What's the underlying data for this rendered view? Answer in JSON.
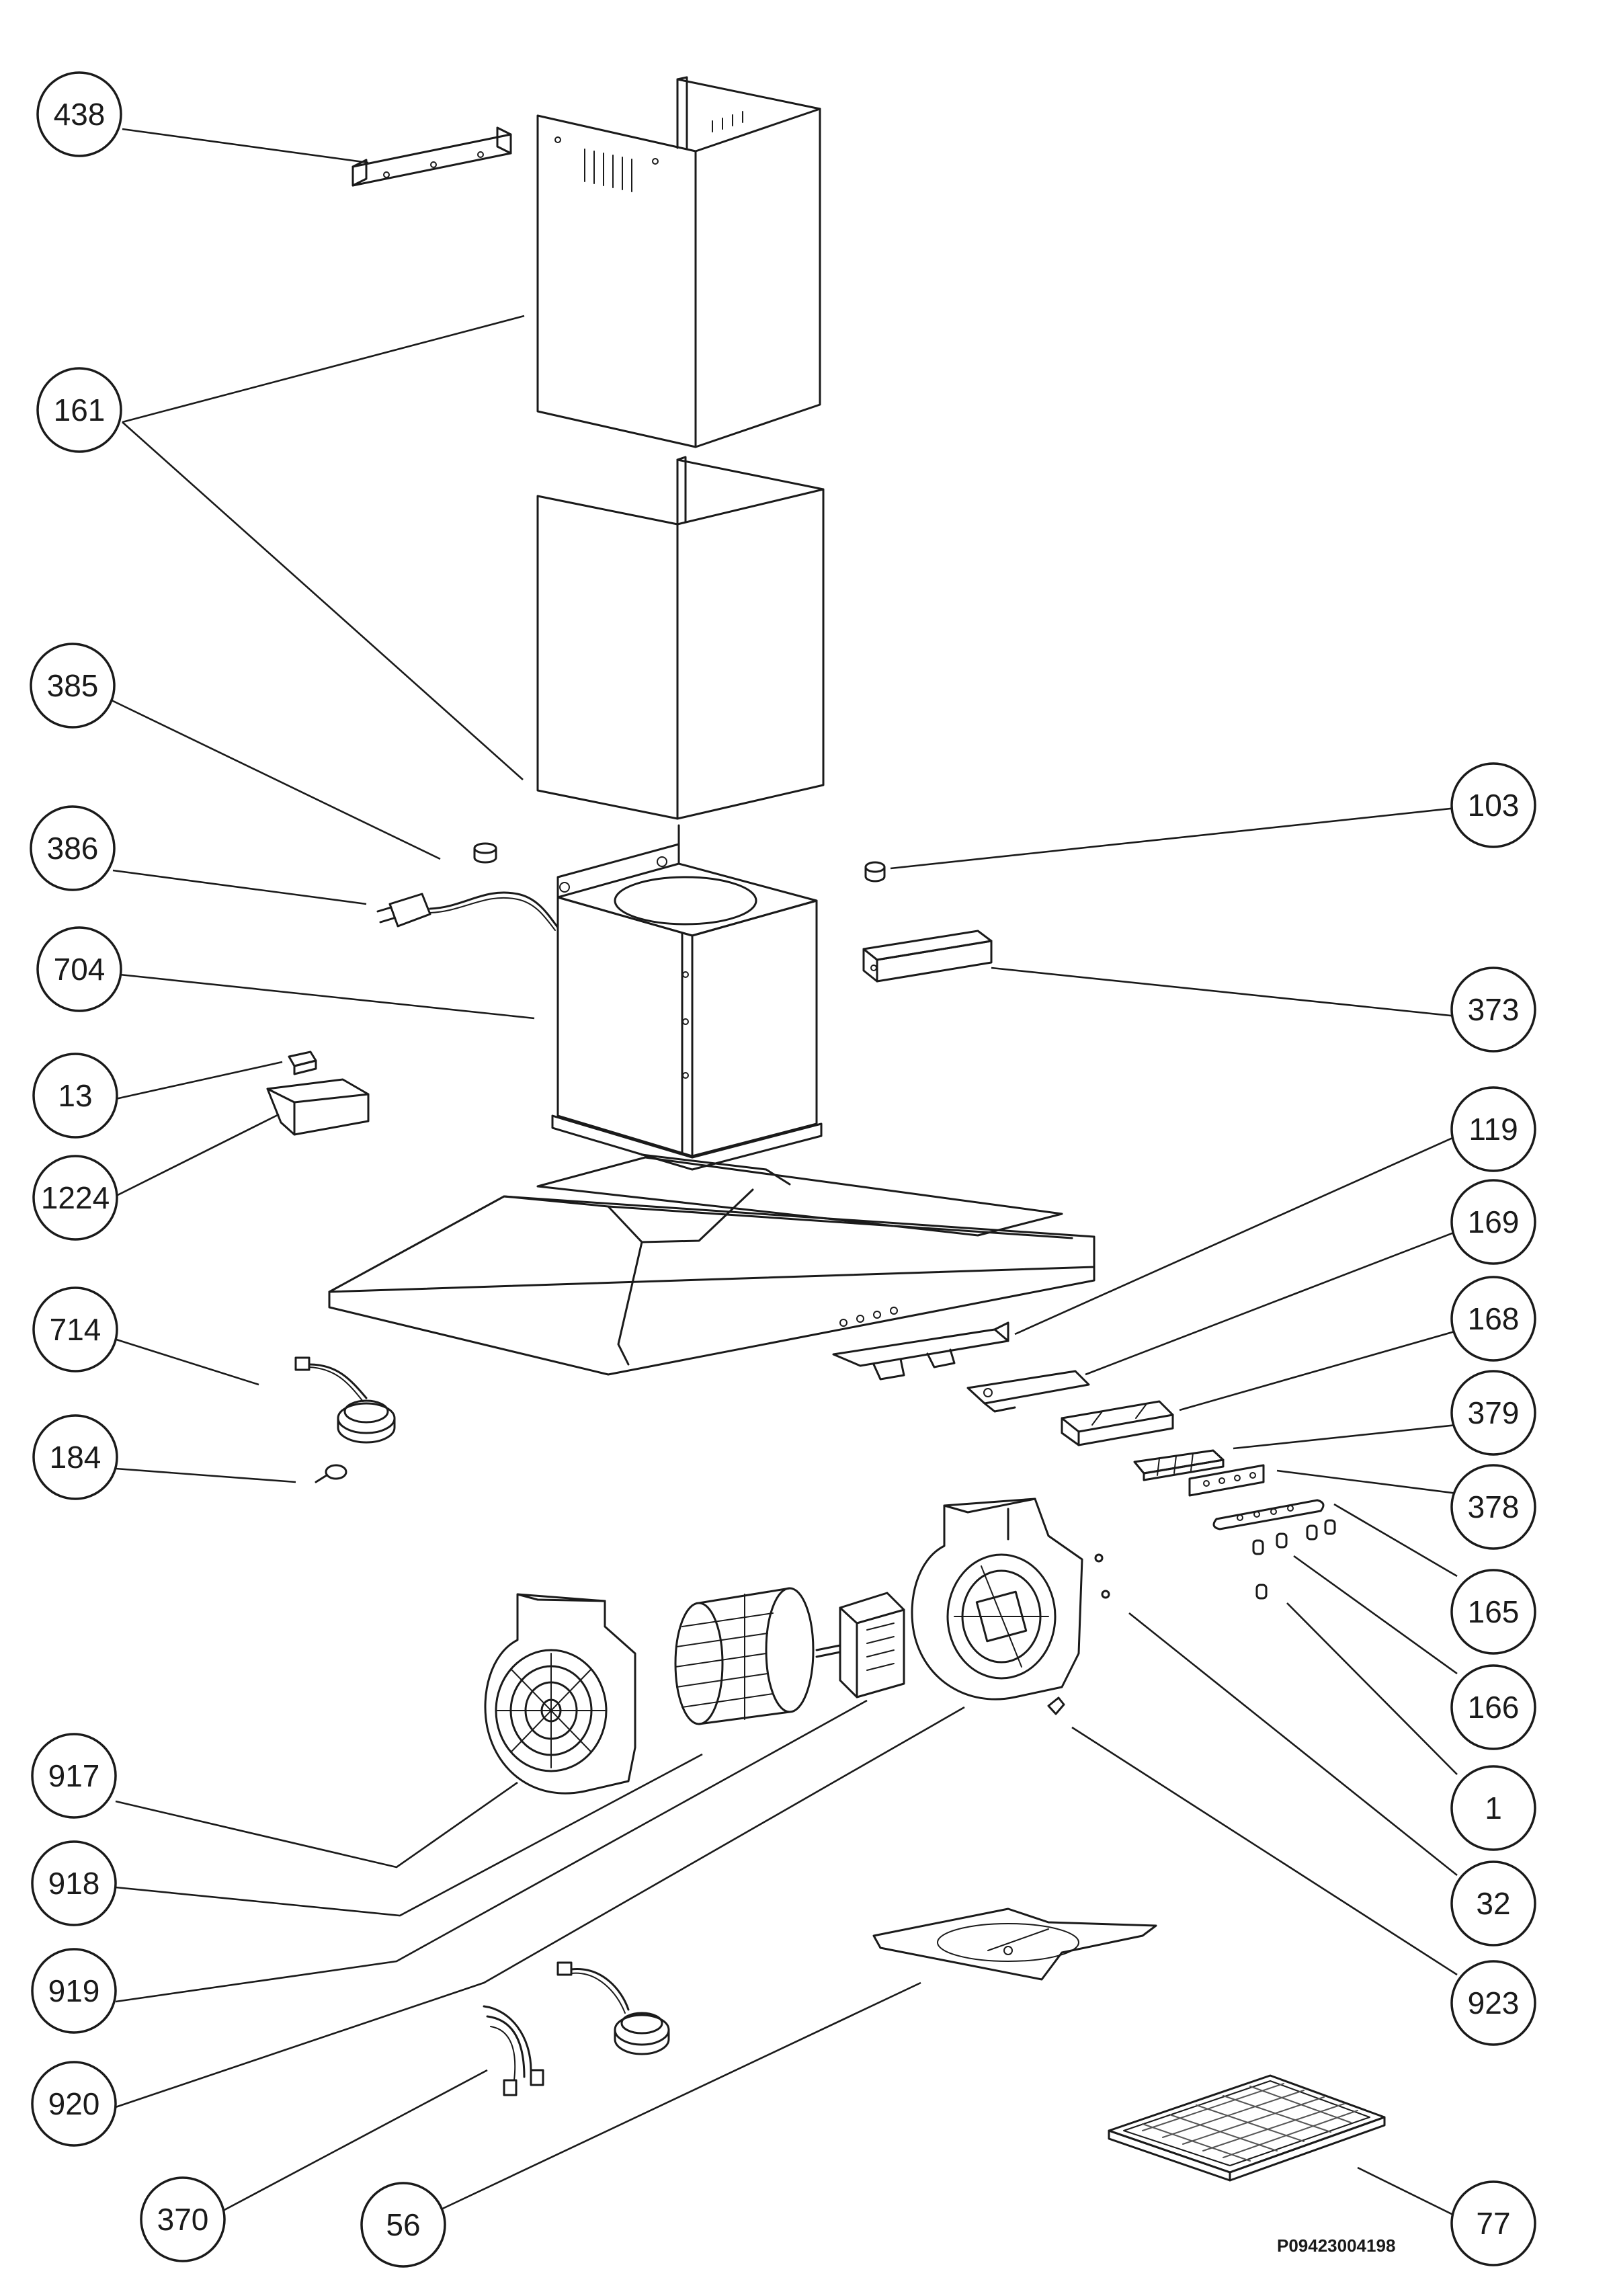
{
  "drawing_number": "P09423004198",
  "callouts": [
    {
      "id": "438",
      "label": "438"
    },
    {
      "id": "161",
      "label": "161"
    },
    {
      "id": "385",
      "label": "385"
    },
    {
      "id": "386",
      "label": "386"
    },
    {
      "id": "704",
      "label": "704"
    },
    {
      "id": "13",
      "label": "13"
    },
    {
      "id": "1224",
      "label": "1224"
    },
    {
      "id": "714",
      "label": "714"
    },
    {
      "id": "184",
      "label": "184"
    },
    {
      "id": "917",
      "label": "917"
    },
    {
      "id": "918",
      "label": "918"
    },
    {
      "id": "919",
      "label": "919"
    },
    {
      "id": "920",
      "label": "920"
    },
    {
      "id": "370",
      "label": "370"
    },
    {
      "id": "56",
      "label": "56"
    },
    {
      "id": "103",
      "label": "103"
    },
    {
      "id": "373",
      "label": "373"
    },
    {
      "id": "119",
      "label": "119"
    },
    {
      "id": "169",
      "label": "169"
    },
    {
      "id": "168",
      "label": "168"
    },
    {
      "id": "379",
      "label": "379"
    },
    {
      "id": "378",
      "label": "378"
    },
    {
      "id": "165",
      "label": "165"
    },
    {
      "id": "166",
      "label": "166"
    },
    {
      "id": "1",
      "label": "1"
    },
    {
      "id": "32",
      "label": "32"
    },
    {
      "id": "923",
      "label": "923"
    },
    {
      "id": "77",
      "label": "77"
    }
  ]
}
